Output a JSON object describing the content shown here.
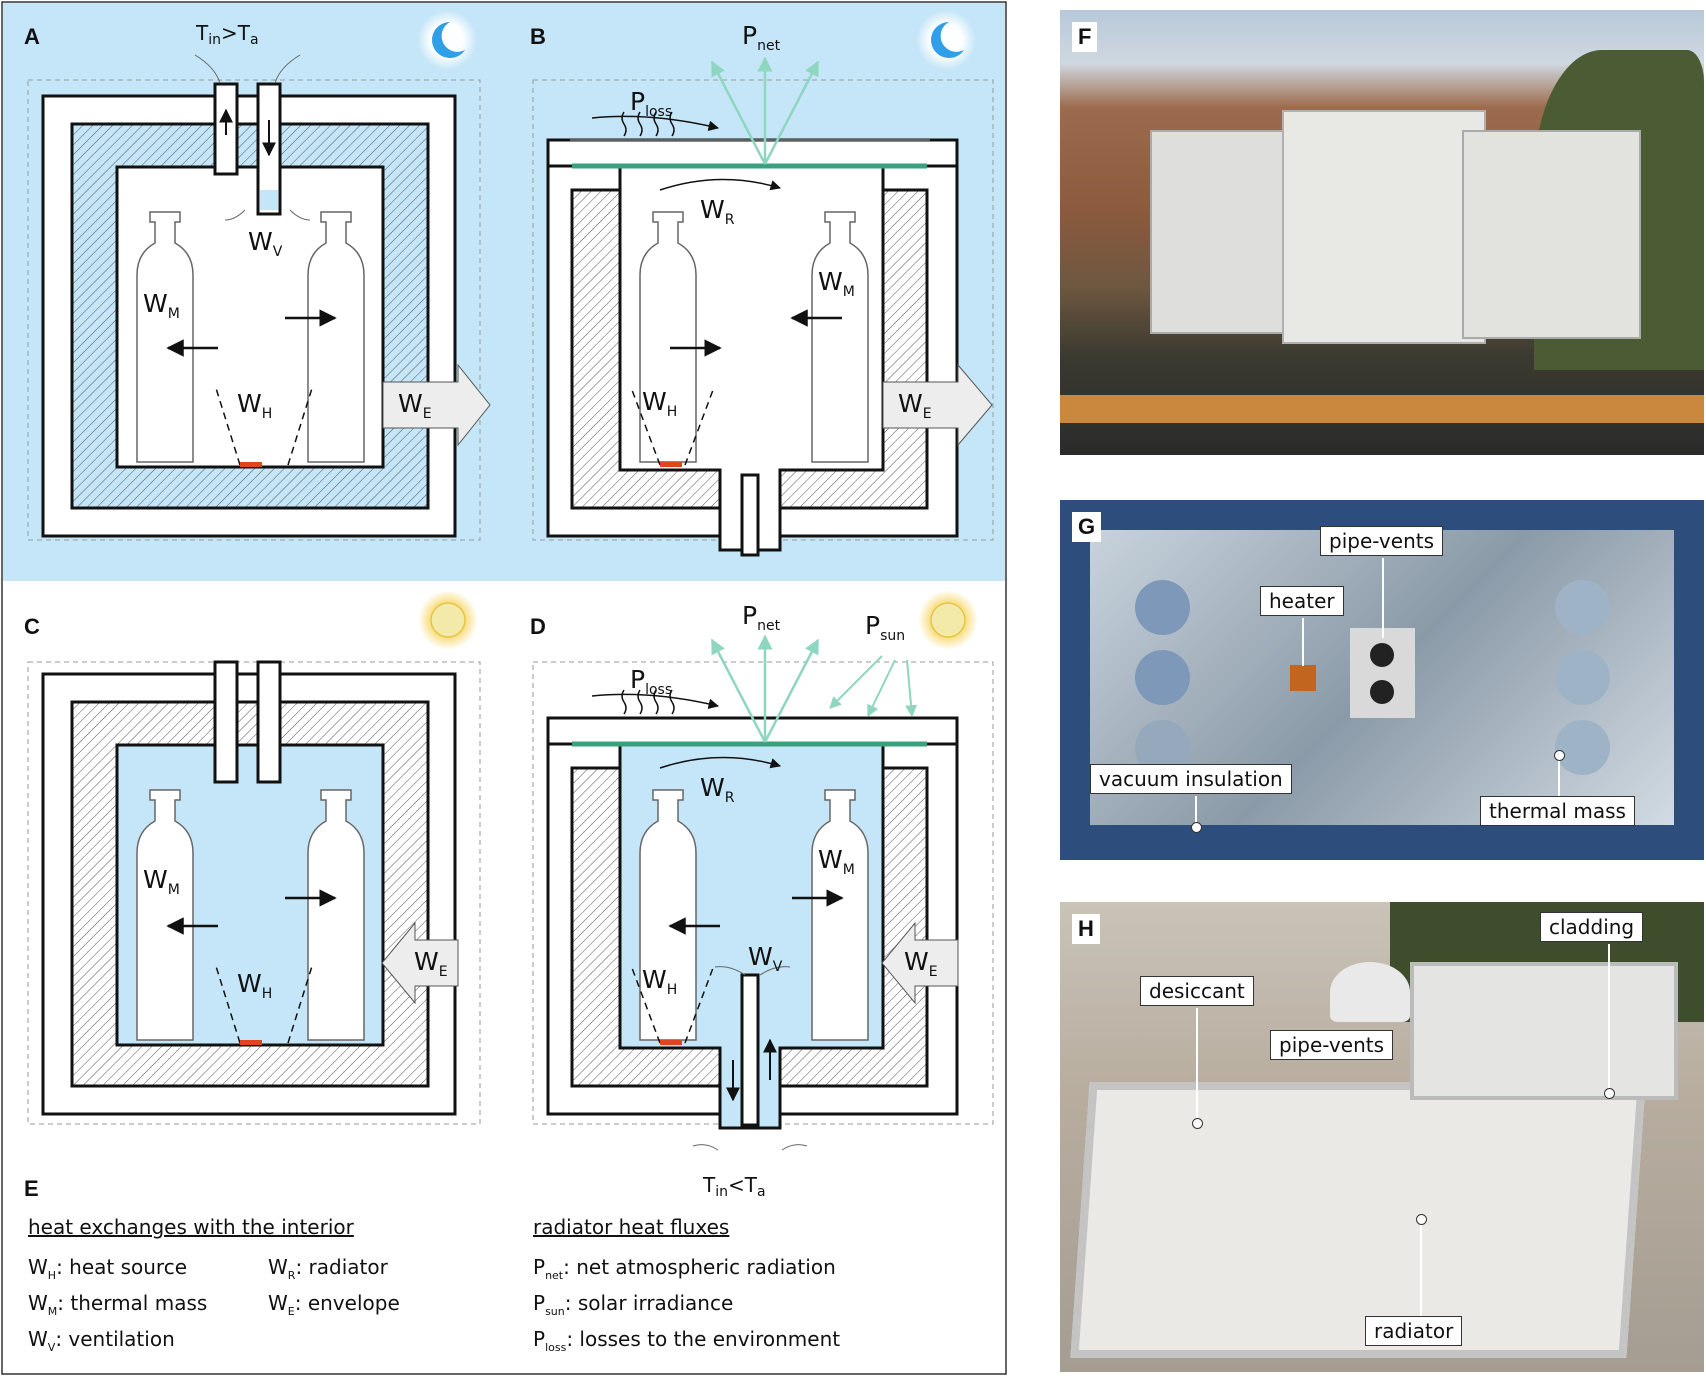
{
  "panels": {
    "A": "A",
    "B": "B",
    "C": "C",
    "D": "D",
    "E": "E",
    "F": "F",
    "G": "G",
    "H": "H"
  },
  "colors": {
    "sky": "#c4e6f8",
    "radiator": "#3aa17e",
    "ray": "#8fd6c0",
    "heater": "#e0451f",
    "envelope_arrow": "#ededed",
    "moon": "#2f9fe8",
    "sun": "#f3d96a"
  },
  "icons": {
    "night": "moon-icon",
    "day": "sun-icon"
  },
  "labels": {
    "T": "T",
    "in": "in",
    "a": "a",
    "gt": ">",
    "lt": "<",
    "P": "P",
    "net": "net",
    "loss": "loss",
    "sun": "sun",
    "W": "W",
    "V": "V",
    "M": "M",
    "H": "H",
    "E": "E",
    "R": "R"
  },
  "legend": {
    "left_heading": "heat exchanges with the interior",
    "right_heading": "radiator heat fluxes",
    "wh": ": heat source",
    "wm": ": thermal mass",
    "wv": ": ventilation",
    "wr": ": radiator",
    "we": ": envelope",
    "pnet": ": net atmospheric radiation",
    "psun": ": solar irradiance",
    "ploss": ": losses to the environment"
  },
  "photo_labels": {
    "G": {
      "pipe_vents": "pipe-vents",
      "heater": "heater",
      "vacuum_insulation": "vacuum insulation",
      "thermal_mass": "thermal mass"
    },
    "H": {
      "cladding": "cladding",
      "desiccant": "desiccant",
      "pipe_vents": "pipe-vents",
      "radiator": "radiator"
    }
  }
}
